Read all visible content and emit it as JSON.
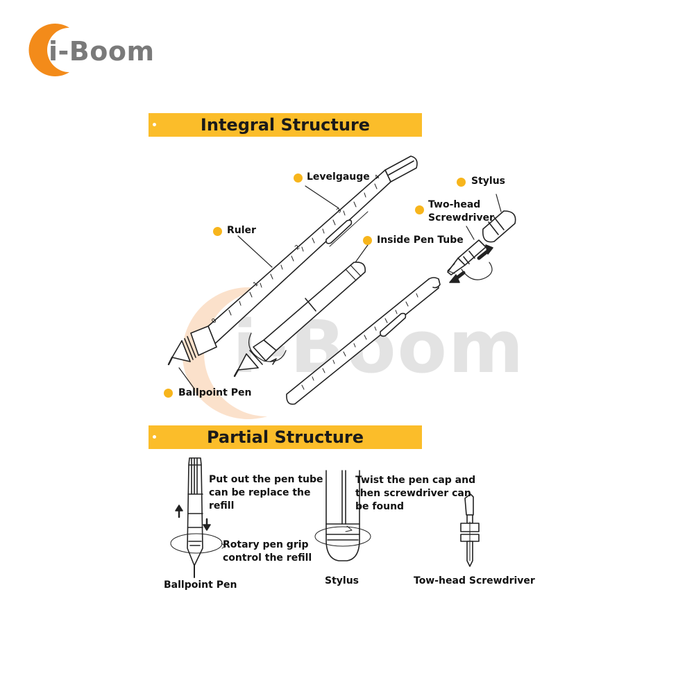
{
  "brand": {
    "name": "i-Boom",
    "accent": "#f38b1a"
  },
  "banners": {
    "integral": "Integral Structure",
    "partial": "Partial Structure",
    "color": "#fbbd2a"
  },
  "integral_labels": {
    "levelgauge": "Levelgauge",
    "stylus": "Stylus",
    "two_head_line1": "Two-head",
    "two_head_line2": "Screwdriver",
    "ruler": "Ruler",
    "inside_pen_tube": "Inside Pen Tube",
    "ballpoint_pen": "Ballpoint Pen"
  },
  "partial_notes": {
    "pen_tube": [
      "Put out the pen tube",
      "can be replace the",
      "refill"
    ],
    "rotary": [
      "Rotary pen grip",
      "control the refill"
    ],
    "twist": [
      "Twist the pen cap and",
      "then screwdriver can",
      "be found"
    ]
  },
  "partial_captions": {
    "ballpoint": "Ballpoint Pen",
    "stylus": "Stylus",
    "screwdriver": "Tow-head Screwdriver"
  },
  "ruler_ticks": [
    "0",
    "1",
    "2",
    "3",
    "4"
  ]
}
